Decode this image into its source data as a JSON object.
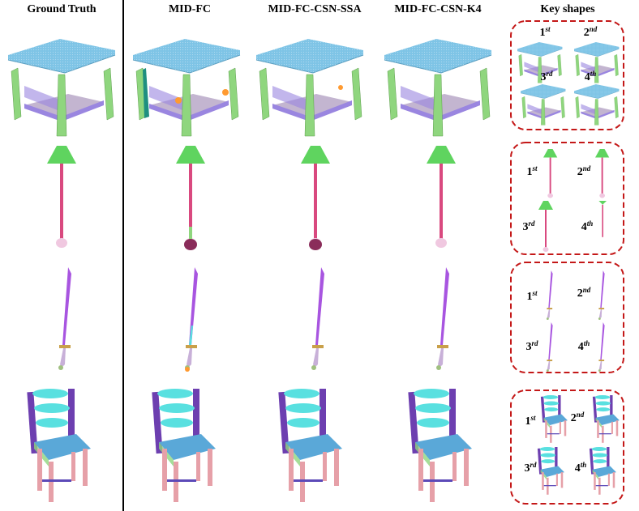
{
  "headers": [
    "Ground Truth",
    "MID-FC",
    "MID-FC-CSN-SSA",
    "MID-FC-CSN-K4",
    "Key shapes"
  ],
  "ordinals": [
    {
      "base": "1",
      "sup": "st"
    },
    {
      "base": "2",
      "sup": "nd"
    },
    {
      "base": "3",
      "sup": "rd"
    },
    {
      "base": "4",
      "sup": "th"
    }
  ],
  "rows": [
    "table",
    "lamp",
    "sword",
    "chair"
  ],
  "colors": {
    "table_top": "#7ec4e6",
    "table_leg": "#8fd67e",
    "table_rail": "#9a86e0",
    "table_shelf": "#b8a8c8",
    "lamp_shade": "#5fd45f",
    "lamp_pole": "#d9497f",
    "lamp_base": "#f0c8e0",
    "lamp_base_dark": "#8a2c5a",
    "sword_blade": "#a855e0",
    "sword_guard": "#c9a04a",
    "sword_handle": "#c8b0d8",
    "chair_back": "#6d3fb0",
    "chair_slat": "#59e0e0",
    "chair_seat": "#5aa8d8",
    "chair_leg": "#e6a0a8",
    "chair_stretcher": "#5c4ab8",
    "error_orange": "#ff9a30",
    "error_teal": "#1f8f80",
    "key_border": "#c41818"
  }
}
